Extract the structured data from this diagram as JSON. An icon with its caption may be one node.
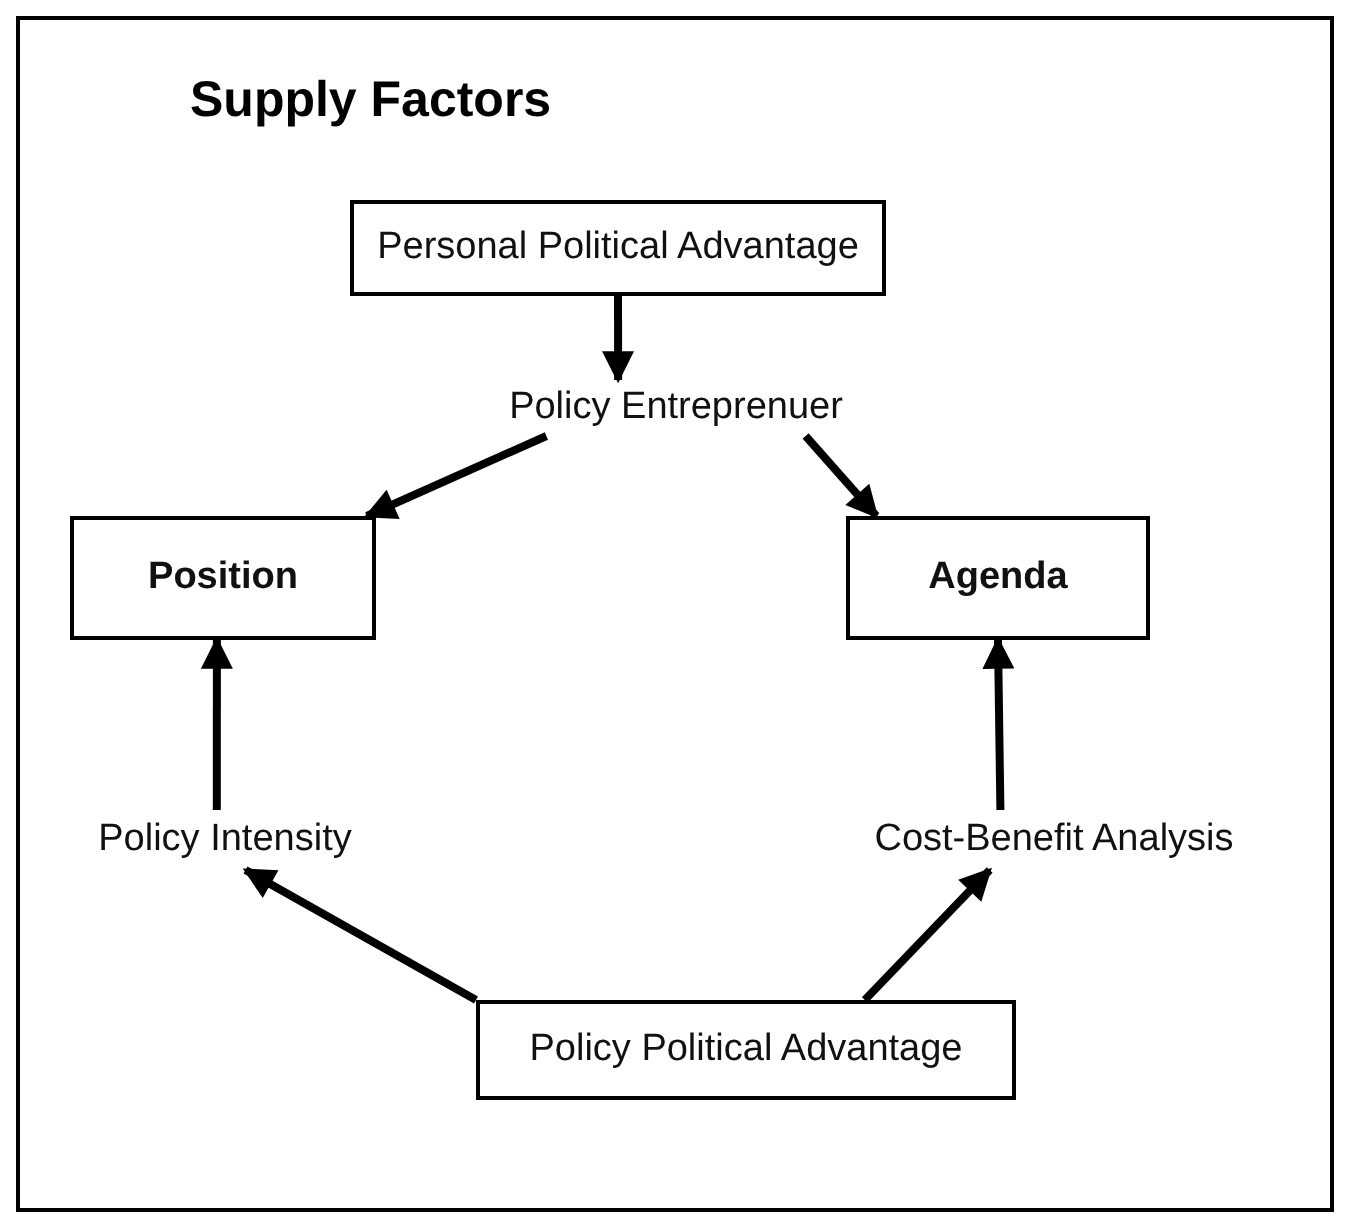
{
  "diagram": {
    "title": "Supply Factors",
    "nodes": [
      {
        "text": [
          "Personal Political Advantage"
        ]
      },
      {
        "text": [
          "Policy Entreprenuer"
        ]
      },
      {
        "text": [
          "Position"
        ]
      },
      {
        "text": [
          "Agenda"
        ]
      },
      {
        "text": [
          "Policy Intensity"
        ]
      },
      {
        "text": [
          "Cost-Benefit Analysis"
        ]
      },
      {
        "text": [
          "Policy Political Advantage"
        ]
      }
    ],
    "edges": [
      {
        "from": 0,
        "to": 1,
        "arrow": "to"
      },
      {
        "from": 1,
        "to": 2,
        "arrow": "to"
      },
      {
        "from": 1,
        "to": 3,
        "arrow": "to"
      },
      {
        "from": 4,
        "to": 2,
        "arrow": "to"
      },
      {
        "from": 5,
        "to": 3,
        "arrow": "to"
      },
      {
        "from": 6,
        "to": 4,
        "arrow": "to"
      },
      {
        "from": 6,
        "to": 5,
        "arrow": "to"
      }
    ]
  }
}
